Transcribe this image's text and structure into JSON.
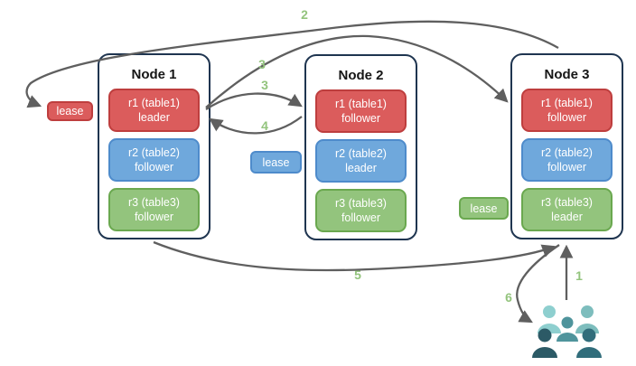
{
  "diagram": {
    "nodes": [
      {
        "title": "Node 1",
        "ranges": [
          {
            "name": "r1 (table1)",
            "role": "leader",
            "color": "#DB5C5C"
          },
          {
            "name": "r2 (table2)",
            "role": "follower",
            "color": "#6FA8DC"
          },
          {
            "name": "r3 (table3)",
            "role": "follower",
            "color": "#93C47D"
          }
        ]
      },
      {
        "title": "Node 2",
        "ranges": [
          {
            "name": "r1 (table1)",
            "role": "follower",
            "color": "#DB5C5C"
          },
          {
            "name": "r2 (table2)",
            "role": "leader",
            "color": "#6FA8DC"
          },
          {
            "name": "r3 (table3)",
            "role": "follower",
            "color": "#93C47D"
          }
        ]
      },
      {
        "title": "Node 3",
        "ranges": [
          {
            "name": "r1 (table1)",
            "role": "follower",
            "color": "#DB5C5C"
          },
          {
            "name": "r2 (table2)",
            "role": "follower",
            "color": "#6FA8DC"
          },
          {
            "name": "r3 (table3)",
            "role": "leader",
            "color": "#93C47D"
          }
        ]
      }
    ],
    "leases": [
      {
        "label": "lease",
        "color": "#DB5C5C",
        "near": "Node 1 r1 leader"
      },
      {
        "label": "lease",
        "color": "#6FA8DC",
        "near": "Node 2 r2 leader"
      },
      {
        "label": "lease",
        "color": "#93C47D",
        "near": "Node 3 r3 leader"
      }
    ],
    "steps": [
      {
        "label": "1",
        "arrow": "users to node3"
      },
      {
        "label": "2",
        "arrow": "node3 to lease on node1"
      },
      {
        "label": "3",
        "arrow": "node1 r1 leader to node3 r1 follower"
      },
      {
        "label": "3",
        "arrow": "node1 r1 leader to node2 r1 follower"
      },
      {
        "label": "4",
        "arrow": "node2 r1 follower back to node1 r1 leader"
      },
      {
        "label": "5",
        "arrow": "node1 back to node3"
      },
      {
        "label": "6",
        "arrow": "node3 back to users"
      }
    ],
    "icons": {
      "users": "users-group-icon"
    },
    "colors": {
      "red_fill": "#DB5C5C",
      "red_border": "#BE3E3E",
      "blue_fill": "#6FA8DC",
      "blue_border": "#4E8BCB",
      "green_fill": "#93C47D",
      "green_border": "#6AA84F",
      "node_border": "#1F3550",
      "arrow": "#5F5F5F",
      "step_label": "#93C47D",
      "users_light": "#8ECFCF",
      "users_mid": "#4F949C",
      "users_dark": "#2C5A66"
    }
  }
}
